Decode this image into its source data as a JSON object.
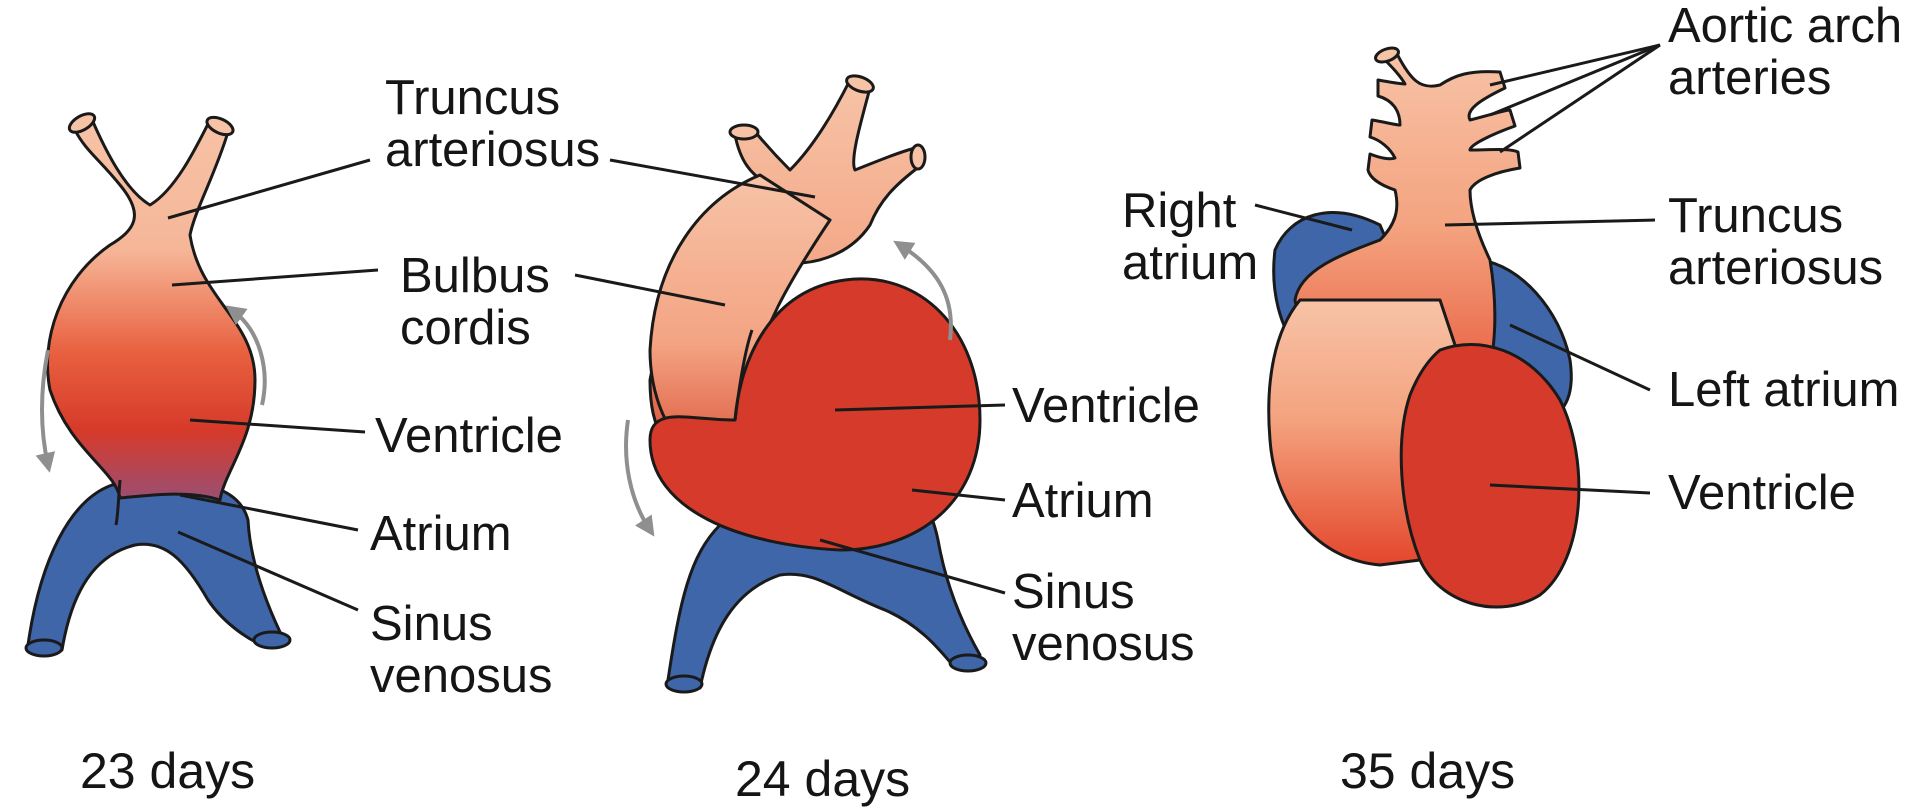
{
  "colors": {
    "arterial_light": "#f7c3a7",
    "arterial_mid": "#f08a6c",
    "ventricle_red": "#d63a2a",
    "venous_blue": "#3e66a8",
    "outline": "#1a1a1a",
    "arrow_gray": "#8f8f8f"
  },
  "panels": [
    {
      "caption": "23 days",
      "labels": {
        "truncus": [
          "Truncus",
          "arteriosus"
        ],
        "bulbus": [
          "Bulbus",
          "cordis"
        ],
        "ventricle": "Ventricle",
        "atrium": "Atrium",
        "sinus": [
          "Sinus",
          "venosus"
        ]
      }
    },
    {
      "caption": "24 days",
      "labels": {
        "ventricle": "Ventricle",
        "atrium": "Atrium",
        "sinus": [
          "Sinus",
          "venosus"
        ]
      }
    },
    {
      "caption": "35 days",
      "labels": {
        "aortic": [
          "Aortic arch",
          "arteries"
        ],
        "right_atrium": [
          "Right",
          "atrium"
        ],
        "truncus": [
          "Truncus",
          "arteriosus"
        ],
        "left_atrium": "Left atrium",
        "ventricle": "Ventricle"
      }
    }
  ]
}
